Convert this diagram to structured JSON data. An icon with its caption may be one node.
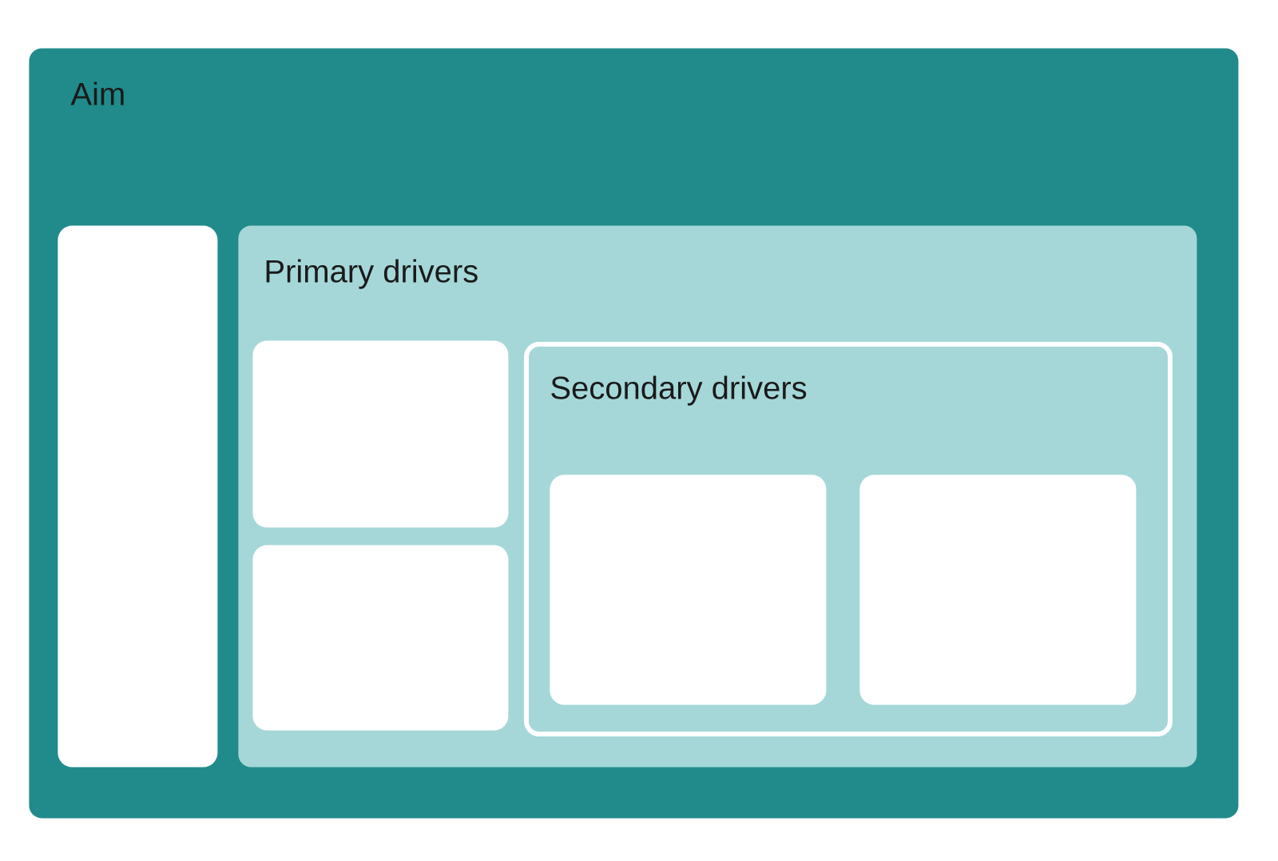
{
  "diagram": {
    "nodes": [
      {
        "text": [
          "Aim"
        ]
      },
      {
        "text": [],
        "shape": "box",
        "in": 0
      },
      {
        "text": [
          "Primary drivers"
        ],
        "in": 0
      },
      {
        "text": [],
        "shape": "box",
        "in": 2
      },
      {
        "text": [],
        "shape": "box",
        "in": 2
      },
      {
        "text": [
          "Secondary drivers"
        ],
        "in": 2
      },
      {
        "text": [],
        "shape": "box",
        "in": 5
      },
      {
        "text": [],
        "shape": "box",
        "in": 5
      }
    ]
  }
}
